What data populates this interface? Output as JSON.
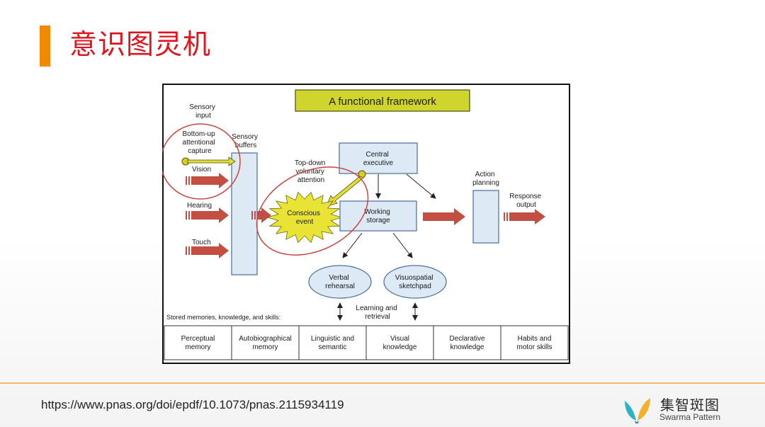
{
  "slide": {
    "title": "意识图灵机",
    "source_url": "https://www.pnas.org/doi/epdf/10.1073/pnas.2115934119",
    "logo": {
      "name_cn": "集智斑图",
      "name_en": "Swarma Pattern"
    }
  },
  "diagram": {
    "banner": "A functional framework",
    "sensory_input": [
      "Sensory",
      "input"
    ],
    "bottom_up": [
      "Bottom-up",
      "attentional",
      "capture"
    ],
    "sensory_buffers": [
      "Sensory",
      "buffers"
    ],
    "inputs": [
      "Vision",
      "Hearing",
      "Touch"
    ],
    "top_down": [
      "Top-down",
      "voluntary",
      "attention"
    ],
    "central_executive": [
      "Central",
      "executive"
    ],
    "conscious_event": [
      "Conscious",
      "event"
    ],
    "working_storage": [
      "Working",
      "storage"
    ],
    "action_planning": [
      "Action",
      "planning"
    ],
    "response_output": [
      "Response",
      "output"
    ],
    "verbal_rehearsal": [
      "Verbal",
      "rehearsal"
    ],
    "visuospatial": [
      "Visuospatial",
      "sketchpad"
    ],
    "learning": [
      "Learning and",
      "retrieval"
    ],
    "stored_label": "Stored memories, knowledge, and skills:",
    "memory_cells": [
      [
        "Perceptual",
        "memory"
      ],
      [
        "Autobiographical",
        "memory"
      ],
      [
        "Linguistic and",
        "semantic"
      ],
      [
        "Visual",
        "knowledge"
      ],
      [
        "Declarative",
        "knowledge"
      ],
      [
        "Habits and",
        "motor skills"
      ]
    ],
    "colors": {
      "box_fill": "#dde9f5",
      "box_stroke": "#4a6e98",
      "arrow": "#c24f42",
      "banner": "#cfd52c",
      "burst": "#e9e335",
      "ring": "#c8453f"
    }
  }
}
